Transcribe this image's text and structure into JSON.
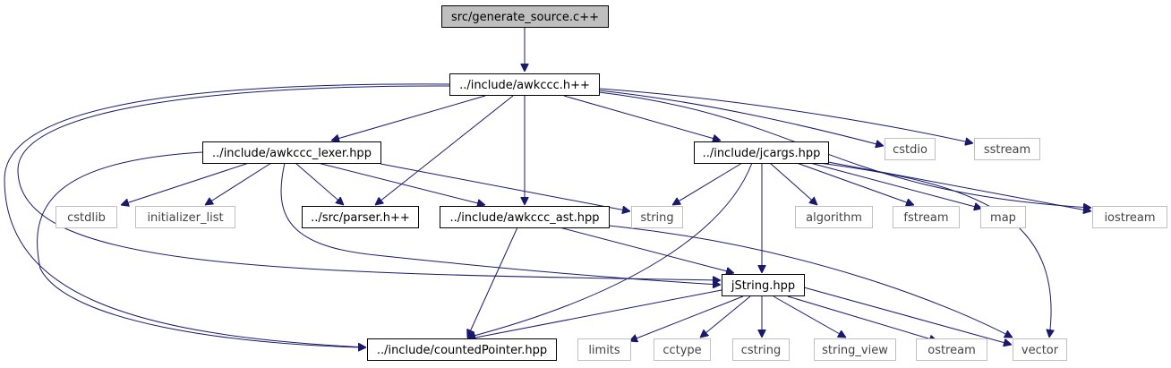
{
  "diagram": {
    "title": "src/generate_source.c++",
    "nodes": {
      "root": {
        "label": "src/generate_source.c++",
        "kind": "root"
      },
      "awkccc_h": {
        "label": "../include/awkccc.h++",
        "kind": "file"
      },
      "lexer": {
        "label": "../include/awkccc_lexer.hpp",
        "kind": "file"
      },
      "jcargs": {
        "label": "../include/jcargs.hpp",
        "kind": "file"
      },
      "cstdio": {
        "label": "cstdio",
        "kind": "sys"
      },
      "sstream": {
        "label": "sstream",
        "kind": "sys"
      },
      "cstdlib": {
        "label": "cstdlib",
        "kind": "sys"
      },
      "init_list": {
        "label": "initializer_list",
        "kind": "sys"
      },
      "parser": {
        "label": "../src/parser.h++",
        "kind": "file"
      },
      "ast": {
        "label": "../include/awkccc_ast.hpp",
        "kind": "file"
      },
      "string": {
        "label": "string",
        "kind": "sys"
      },
      "algorithm": {
        "label": "algorithm",
        "kind": "sys"
      },
      "fstream": {
        "label": "fstream",
        "kind": "sys"
      },
      "map": {
        "label": "map",
        "kind": "sys"
      },
      "iostream": {
        "label": "iostream",
        "kind": "sys"
      },
      "jstring": {
        "label": "jString.hpp",
        "kind": "file"
      },
      "counted": {
        "label": "../include/countedPointer.hpp",
        "kind": "file"
      },
      "limits": {
        "label": "limits",
        "kind": "sys"
      },
      "cctype": {
        "label": "cctype",
        "kind": "sys"
      },
      "cstring": {
        "label": "cstring",
        "kind": "sys"
      },
      "string_view": {
        "label": "string_view",
        "kind": "sys"
      },
      "ostream": {
        "label": "ostream",
        "kind": "sys"
      },
      "vector": {
        "label": "vector",
        "kind": "sys"
      }
    },
    "edges": [
      [
        "root",
        "awkccc_h"
      ],
      [
        "awkccc_h",
        "lexer"
      ],
      [
        "awkccc_h",
        "jcargs"
      ],
      [
        "awkccc_h",
        "cstdio"
      ],
      [
        "awkccc_h",
        "sstream"
      ],
      [
        "awkccc_h",
        "parser"
      ],
      [
        "awkccc_h",
        "ast"
      ],
      [
        "awkccc_h",
        "iostream"
      ],
      [
        "awkccc_h",
        "jstring"
      ],
      [
        "awkccc_h",
        "counted"
      ],
      [
        "lexer",
        "cstdlib"
      ],
      [
        "lexer",
        "init_list"
      ],
      [
        "lexer",
        "parser"
      ],
      [
        "lexer",
        "ast"
      ],
      [
        "lexer",
        "string"
      ],
      [
        "lexer",
        "jstring"
      ],
      [
        "lexer",
        "counted"
      ],
      [
        "jcargs",
        "string"
      ],
      [
        "jcargs",
        "algorithm"
      ],
      [
        "jcargs",
        "fstream"
      ],
      [
        "jcargs",
        "map"
      ],
      [
        "jcargs",
        "iostream"
      ],
      [
        "jcargs",
        "jstring"
      ],
      [
        "jcargs",
        "counted"
      ],
      [
        "jcargs",
        "vector"
      ],
      [
        "ast",
        "jstring"
      ],
      [
        "ast",
        "counted"
      ],
      [
        "ast",
        "vector"
      ],
      [
        "jstring",
        "counted"
      ],
      [
        "jstring",
        "limits"
      ],
      [
        "jstring",
        "cctype"
      ],
      [
        "jstring",
        "cstring"
      ],
      [
        "jstring",
        "string_view"
      ],
      [
        "jstring",
        "ostream"
      ],
      [
        "jstring",
        "vector"
      ]
    ],
    "colors": {
      "edge": "#191970",
      "root_fill": "#bfbfbf",
      "sys_border": "#bfbfbf",
      "file_border": "#000000"
    }
  }
}
